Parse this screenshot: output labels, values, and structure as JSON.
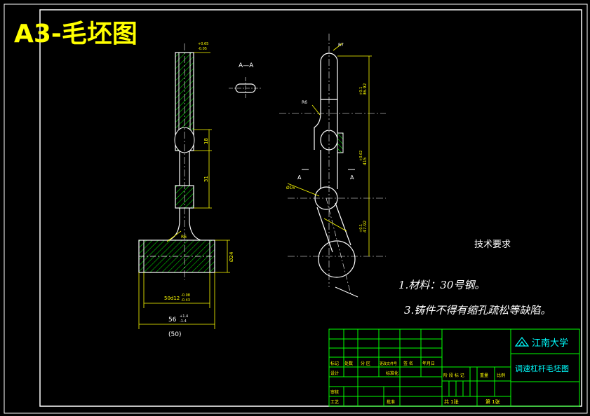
{
  "title_banner": "A3-毛坯图",
  "colors": {
    "background": "#000000",
    "border": "#ffffff",
    "outline": "#ffffff",
    "dimension": "#ffff00",
    "hatch": "#00ff00",
    "title_table": "#00ff00",
    "table_text": "#ffff00",
    "university": "#00ffff",
    "drawing_name": "#00ffff"
  },
  "left_view": {
    "tol_top_upper": "+0.65",
    "tol_top_lower": "-0.05",
    "dim_1": "18",
    "dim_2": "31",
    "dim_3": "R6",
    "dim_diameter": "Ø24",
    "dim_bore": "50d12",
    "dim_bore_tol_upper": "-0.08",
    "dim_bore_tol_lower": "-0.43",
    "dim_overall": "56",
    "dim_overall_tol_upper": "+1.4",
    "dim_overall_tol_lower": "-1.4",
    "dim_ref": "(50)"
  },
  "section_label": "A—A",
  "right_view": {
    "r_top": "R7",
    "r_mid": "R6",
    "dim_top": "36.92",
    "dim_top_tol": "+0.1",
    "dim_mid": "415",
    "dim_mid_tol": "+0.62",
    "dim_bot": "47.92",
    "dim_bot_tol": "+0.1",
    "dim_circle": "Ø16",
    "section_mark_left": "A",
    "section_mark_right": "A"
  },
  "notes": {
    "heading": "技术要求",
    "item_1": "1.材料：30号钢。",
    "item_3": "3.铸件不得有缩孔疏松等缺陷。"
  },
  "title_block": {
    "university": "江南大学",
    "drawing_name": "调速杠杆毛坯图",
    "row_labels": [
      "标记",
      "处数",
      "分 区",
      "更改文件号",
      "签 名",
      "年月日"
    ],
    "design_labels": [
      "设计",
      "标准化"
    ],
    "stage_labels": [
      "阶 段 标 记",
      "重量",
      "比例"
    ],
    "review_labels": [
      "审核",
      "工艺"
    ],
    "approve_label": "批准",
    "sheets_total": "共 1张",
    "sheet_no": "第 1张"
  }
}
